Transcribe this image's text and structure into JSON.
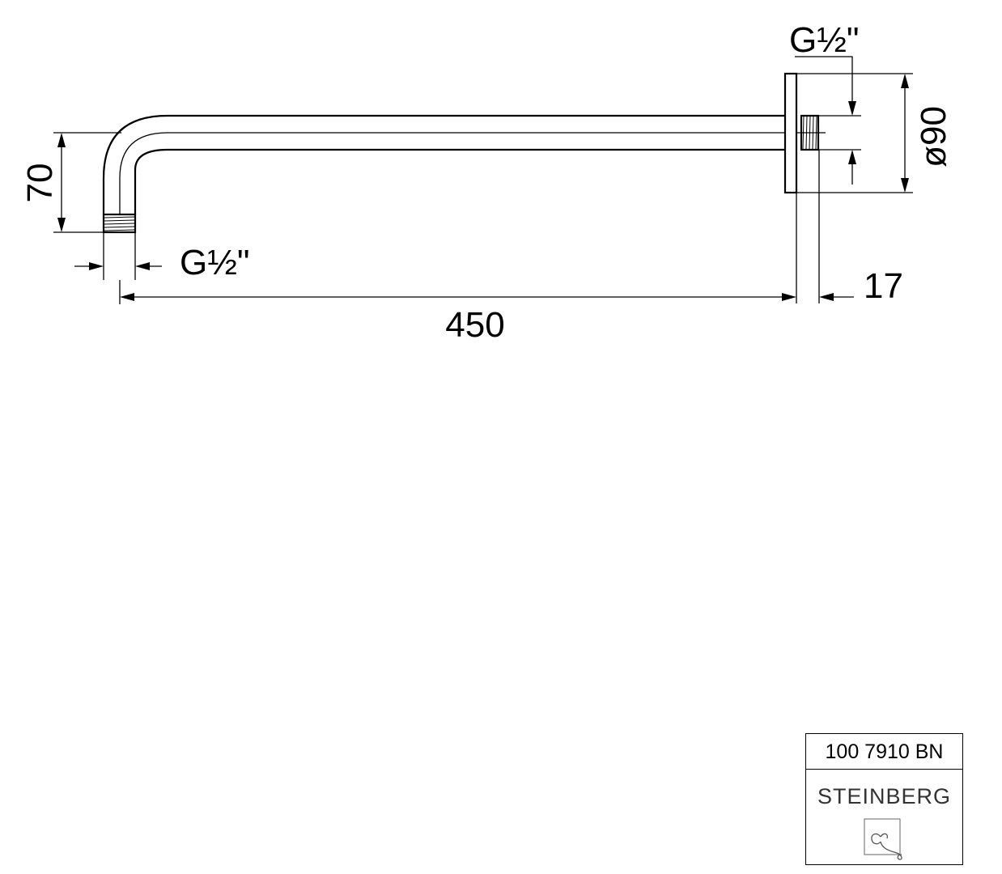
{
  "drawing": {
    "dimensions": {
      "arm_length": "450",
      "drop_height": "70",
      "flange_diameter": "ø90",
      "flange_depth": "17",
      "inlet_thread": "G½\"",
      "outlet_thread": "G½\""
    }
  },
  "title_block": {
    "product_code": "100 7910 BN",
    "brand": "STEINBERG",
    "logo_icon": "steinberg-logo-icon"
  }
}
